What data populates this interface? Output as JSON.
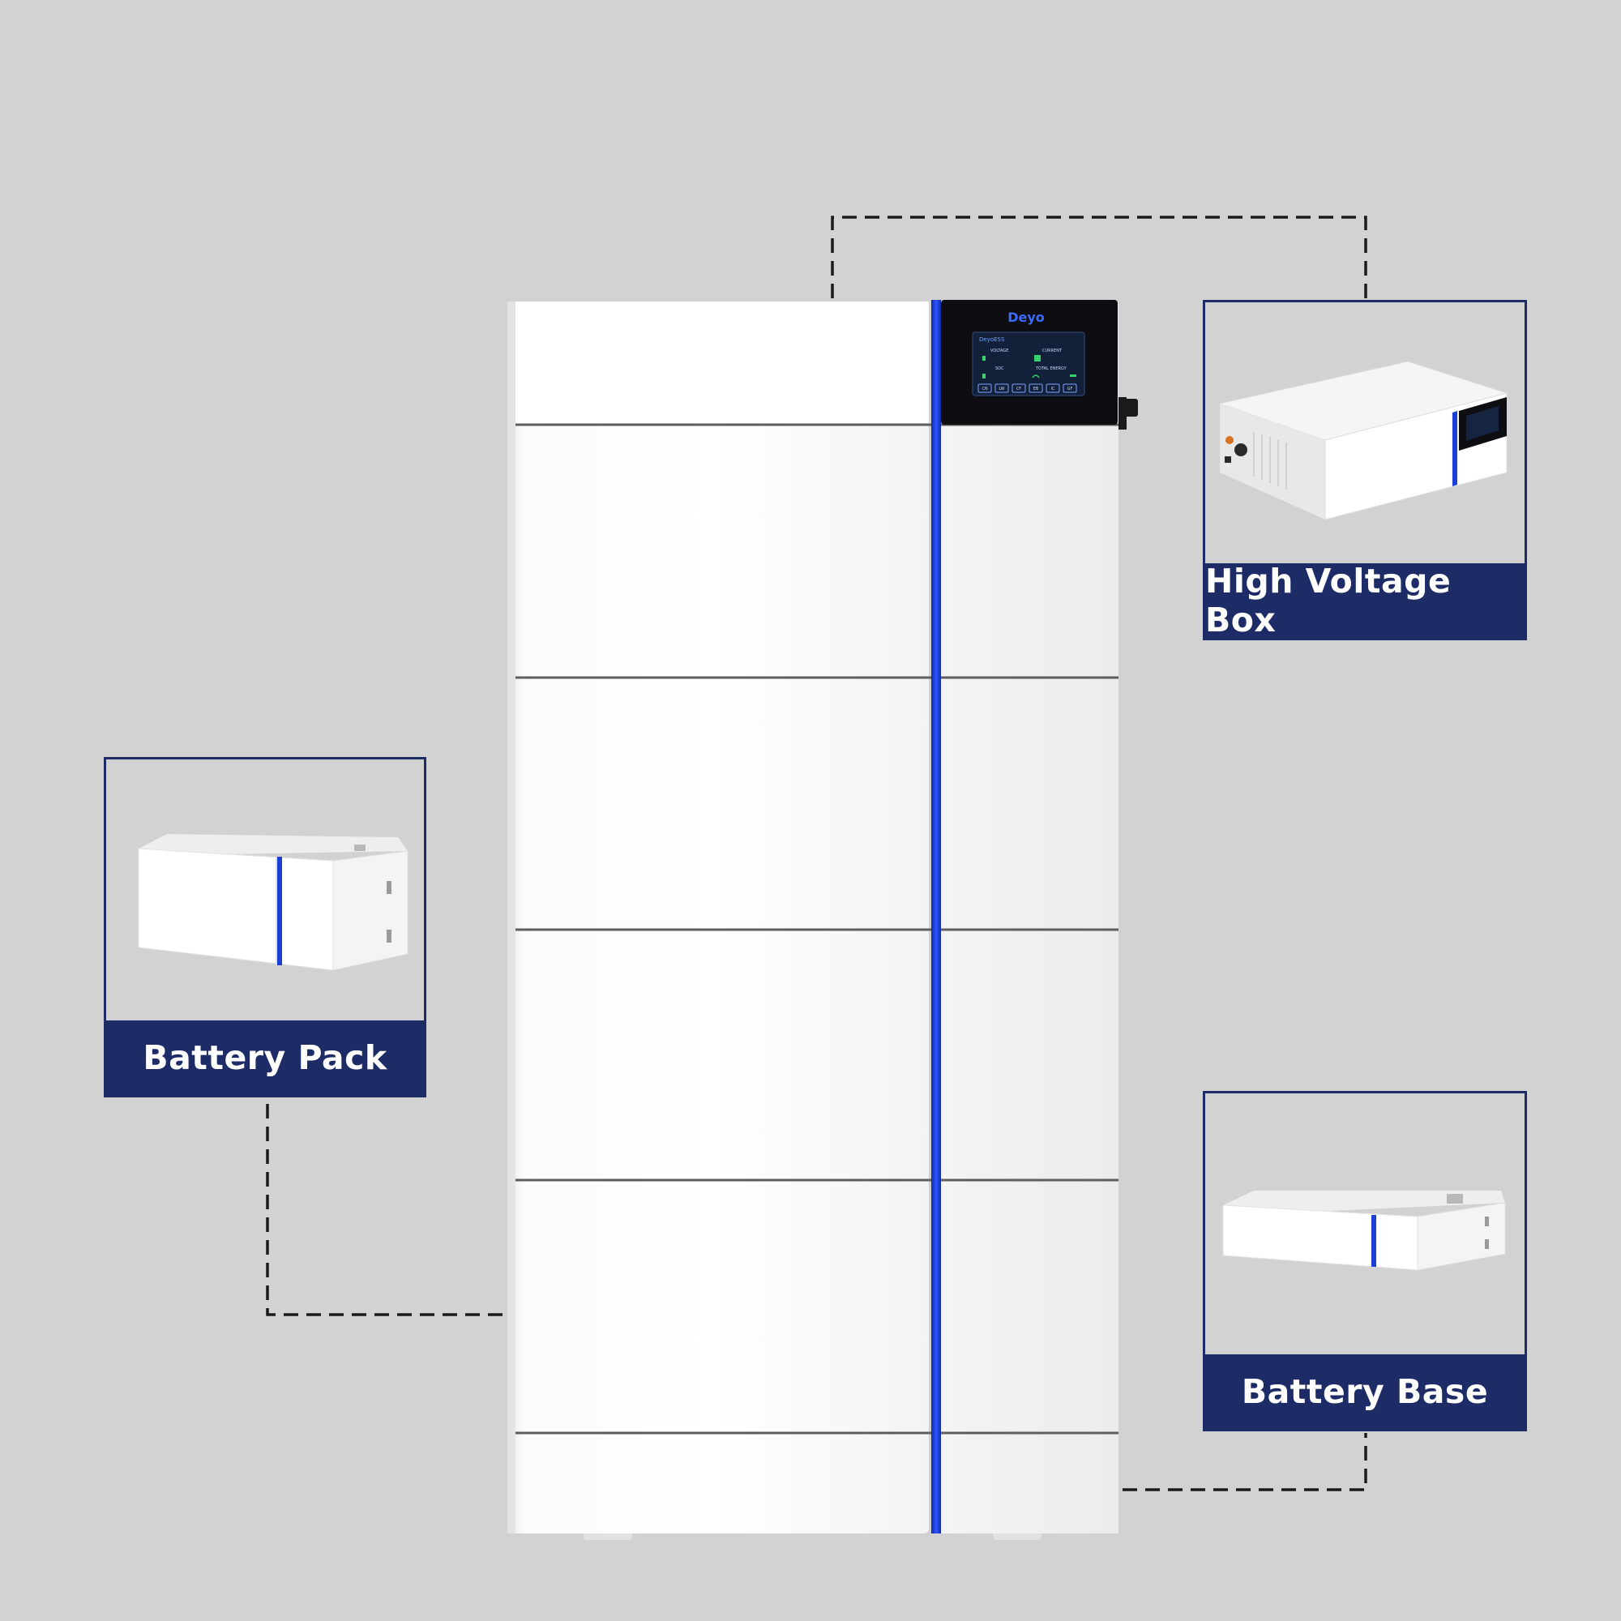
{
  "product": {
    "brand_logo": "Deyo",
    "screen_title": "DeyoESS",
    "screen_labels": [
      "VOLTAGE",
      "CURRENT",
      "SOC",
      "TOTAL ENERGY"
    ],
    "screen_buttons": [
      "CN",
      "LW",
      "CF",
      "EB",
      "IC",
      "GF"
    ],
    "accent_color": "#1c3fd6",
    "stack_modules": 5
  },
  "callouts": {
    "high_voltage_box": {
      "label": "High Voltage Box"
    },
    "battery_pack": {
      "label": "Battery Pack"
    },
    "battery_base": {
      "label": "Battery Base"
    }
  },
  "colors": {
    "background": "#d2d2d2",
    "label_bg": "#1d2b66",
    "label_text": "#ffffff",
    "cabinet": "#ffffff",
    "stripe": "#1c3fd6"
  }
}
